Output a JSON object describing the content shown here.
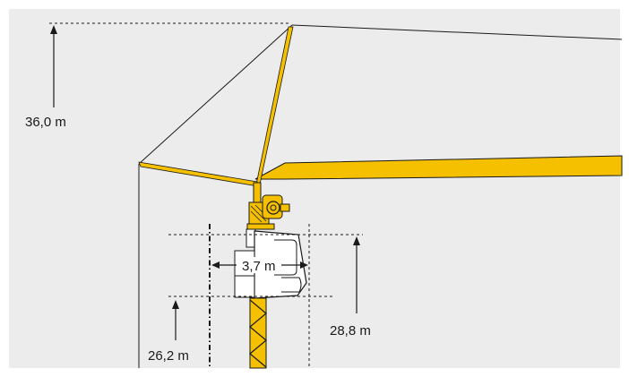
{
  "diagram": {
    "labels": {
      "total_height": "36,0 m",
      "cab_width": "3,7 m",
      "cab_top_height": "28,8 m",
      "cab_bottom_height": "26,2 m"
    },
    "colors": {
      "background_panel": "#ececec",
      "crane_yellow": "#f5c000",
      "outline": "#1a1a1a",
      "cab_fill": "#ffffff"
    }
  }
}
